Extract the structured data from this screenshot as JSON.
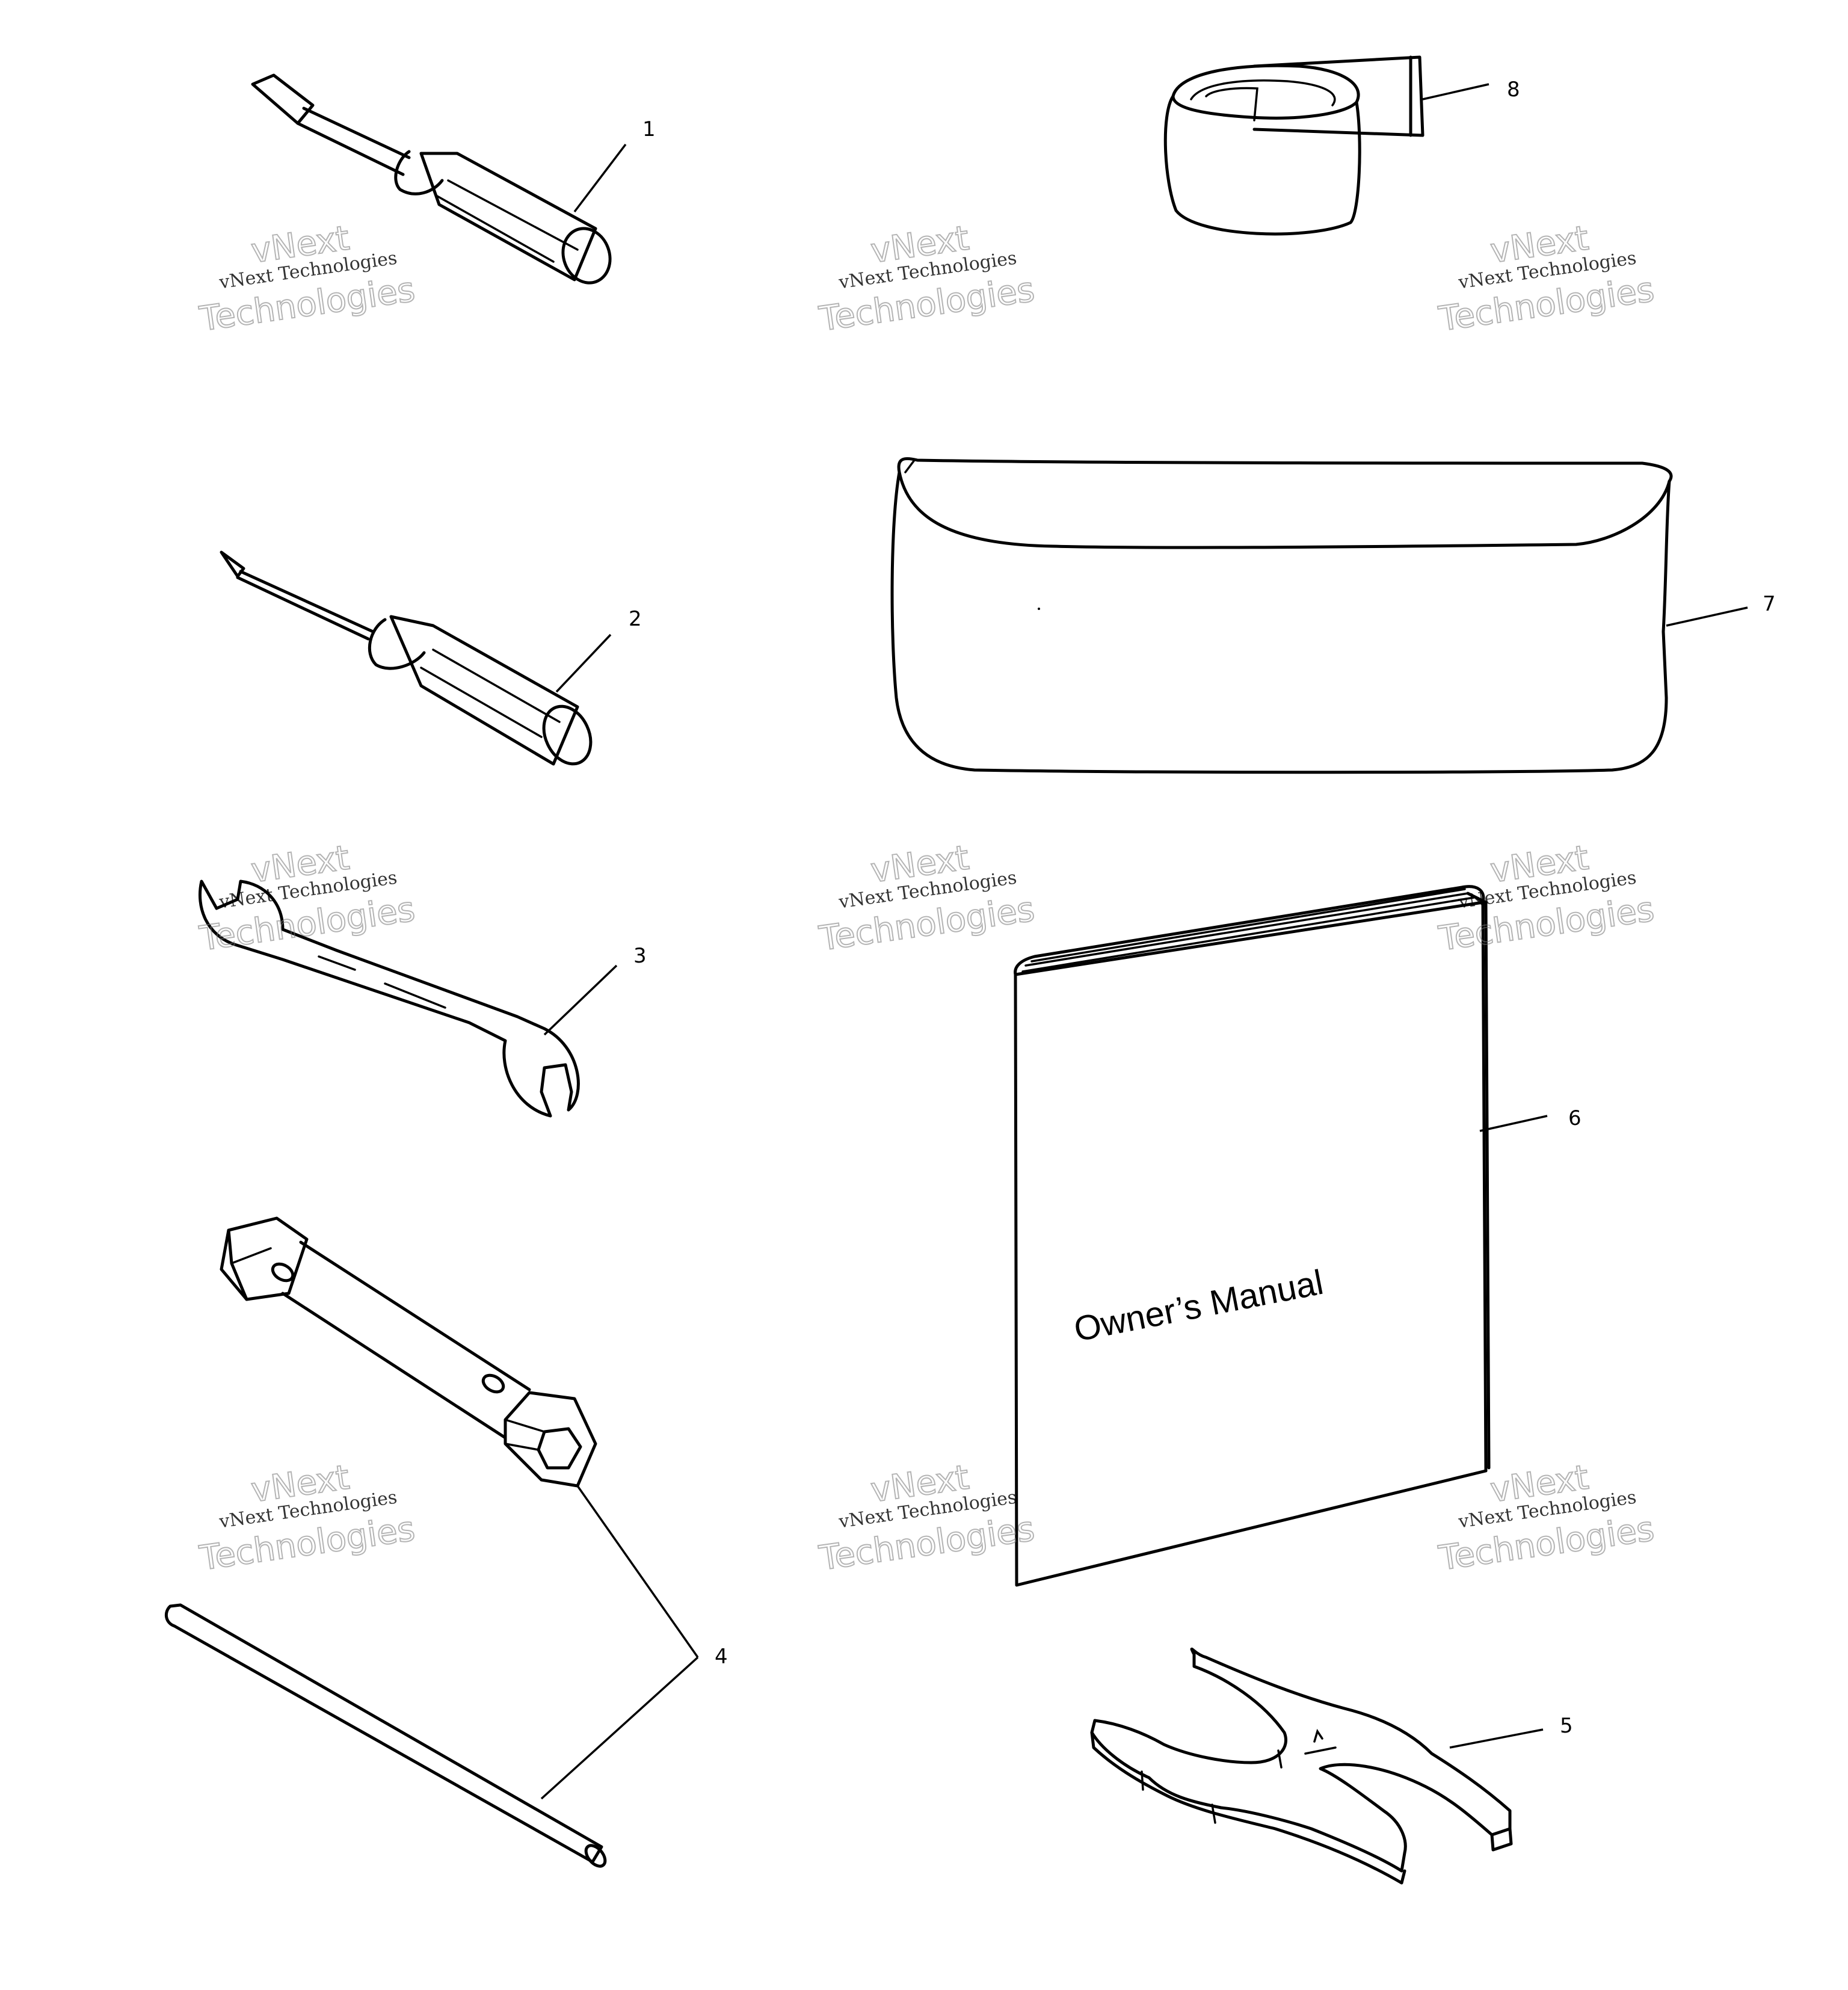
{
  "callouts": {
    "c1": "1",
    "c2": "2",
    "c3": "3",
    "c4": "4",
    "c5": "5",
    "c6": "6",
    "c7": "7",
    "c8": "8"
  },
  "manual_cover_text": "Owner’s Manual",
  "watermark": {
    "line1": "vNext Technologies",
    "line2": "vNext",
    "line3": "Technologies"
  },
  "colors": {
    "ink": "#000000",
    "paper": "#ffffff",
    "watermark": "#777777"
  }
}
